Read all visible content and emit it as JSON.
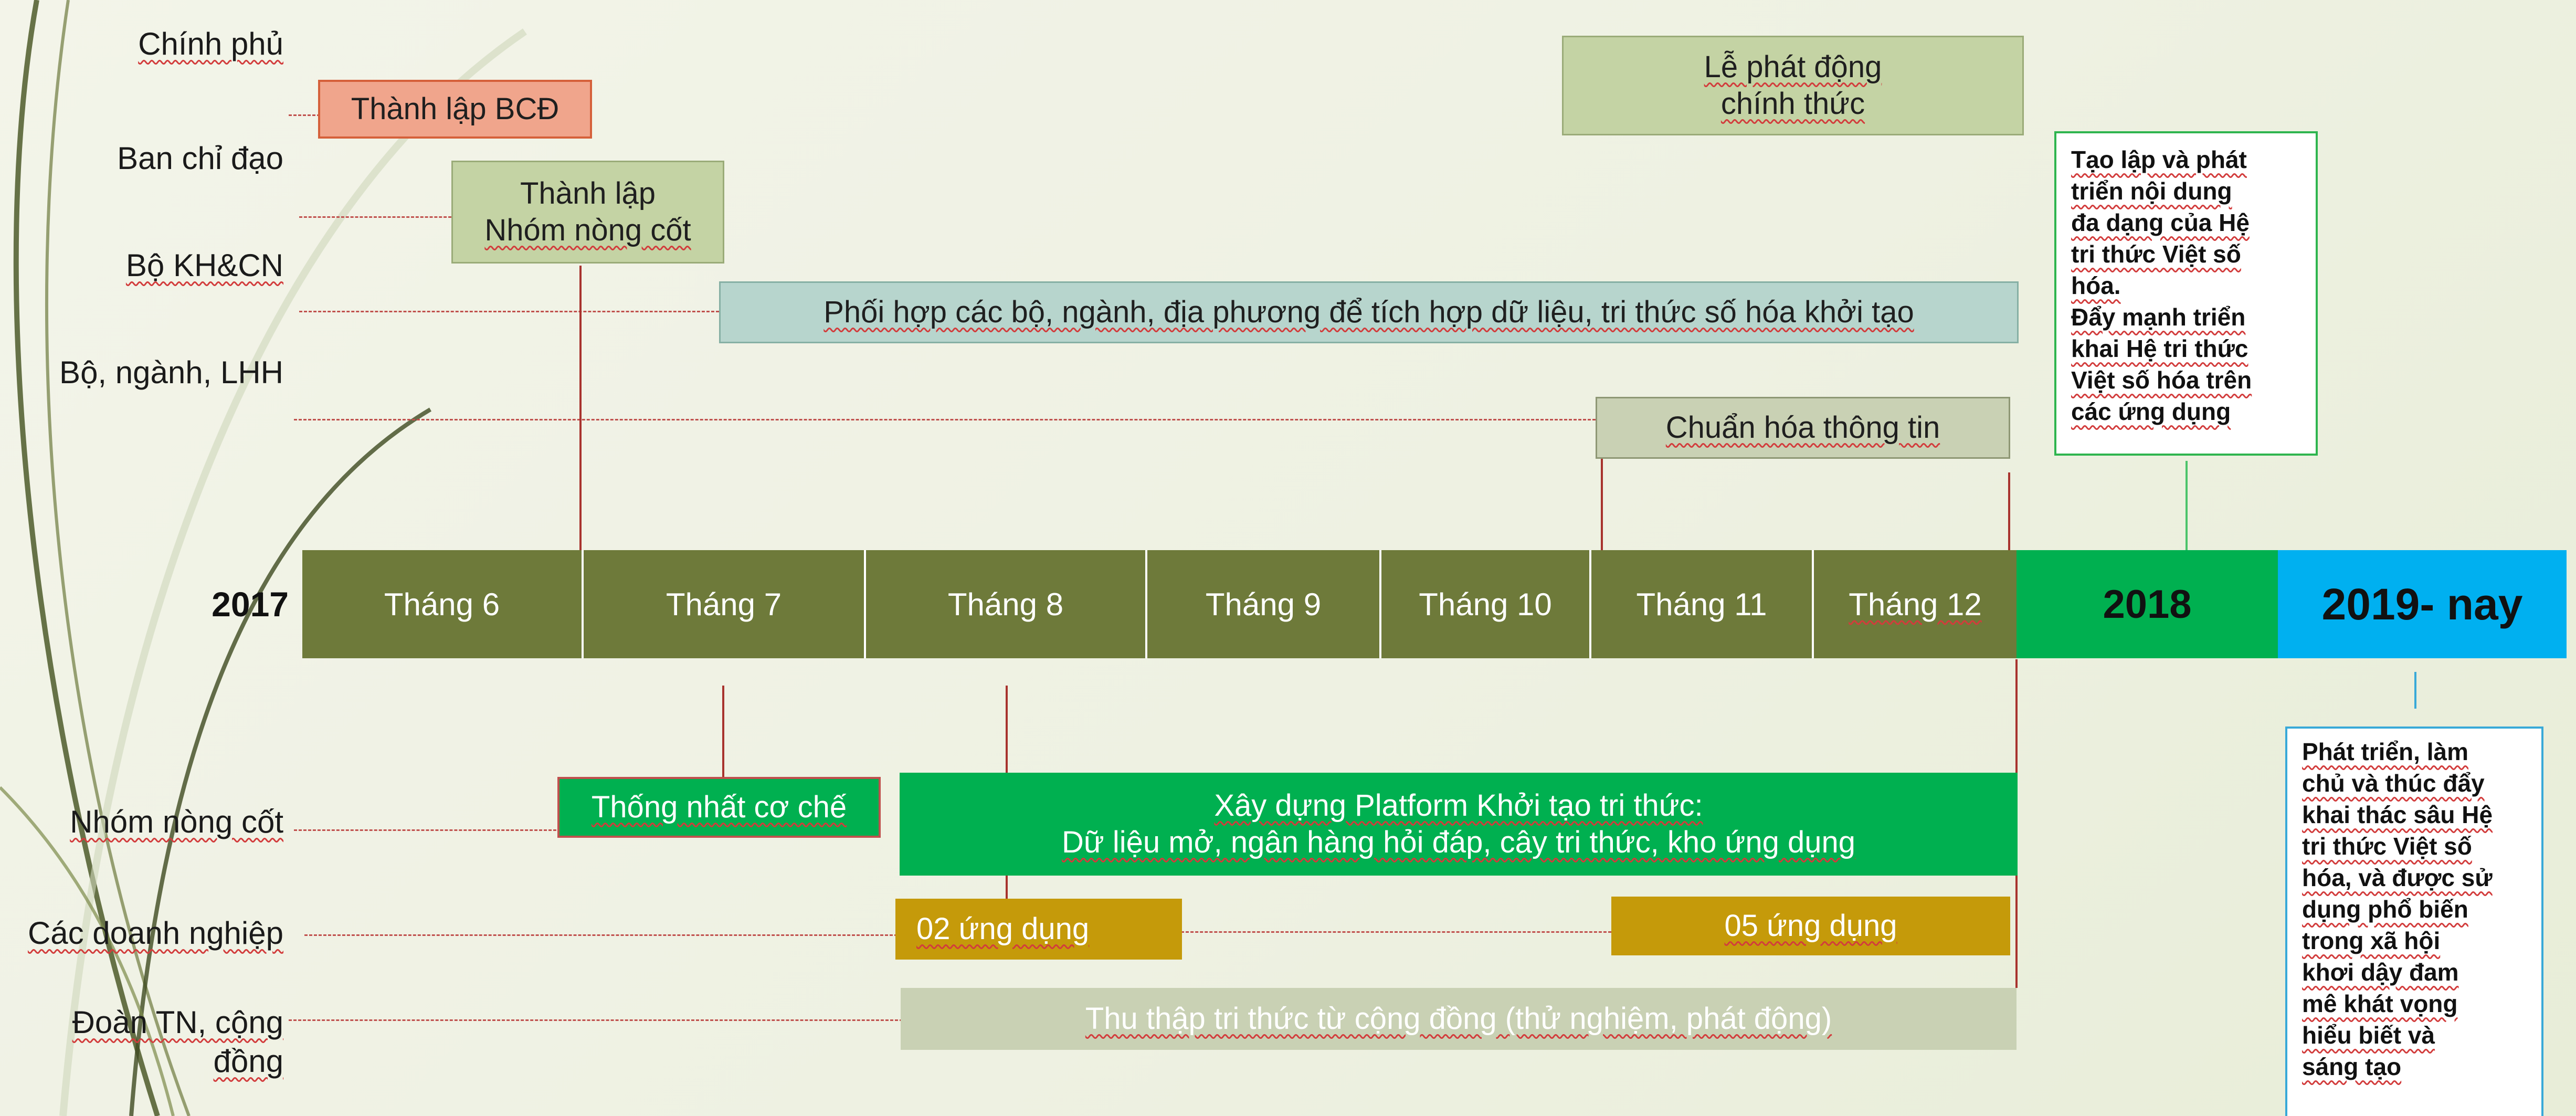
{
  "rows": {
    "chinh_phu": "Chính phủ",
    "ban_chi_dao": "Ban chỉ đạo",
    "bo_khcn": "Bộ KH&CN",
    "bo_nganh_lhh": "Bộ, ngành, LHH",
    "nhom_nong_cot": "Nhóm nòng cốt",
    "cac_doanh_nghiep": "Các doanh nghiệp",
    "doan_tn_1": "Đoàn TN, cộng",
    "doan_tn_2": "đồng"
  },
  "timeline": {
    "year": "2017",
    "months": [
      "Tháng 6",
      "Tháng 7",
      "Tháng 8",
      "Tháng 9",
      "Tháng 10",
      "Tháng 11",
      "Tháng 12"
    ],
    "year_2018": "2018",
    "year_2019": "2019- nay"
  },
  "boxes": {
    "thanh_lap_bcd": "Thành lập BCĐ",
    "le_phat_dong_1": "Lễ phát động",
    "le_phat_dong_2": "chính thức",
    "thanh_lap_nhom_1": "Thành lập",
    "thanh_lap_nhom_2": "Nhóm nòng cốt",
    "phoi_hop": "Phối hợp các bộ, ngành, địa phương để tích hợp dữ liệu, tri thức số hóa khởi tạo",
    "chuan_hoa": "Chuẩn hóa thông tin",
    "thong_nhat": "Thống nhất cơ chế",
    "xay_dung_1": "Xây dựng Platform Khởi tạo tri thức:",
    "xay_dung_2": "Dữ liệu mở, ngân hàng hỏi đáp, cây tri thức, kho ứng dụng",
    "ung_dung_02": "02 ứng dụng",
    "ung_dung_05": "05 ứng dụng",
    "thu_thap": "Thu thập tri thức từ cộng đồng (thử nghiệm, phát động)"
  },
  "notes": {
    "note_2018": [
      "Tạo lập và phát",
      "triển nội dung",
      "đa dạng của Hệ",
      "tri thức Việt số",
      "hóa.",
      "Đẩy mạnh triển",
      "khai Hệ tri thức",
      "Việt số hóa trên",
      "các ứng dụng"
    ],
    "note_2019": [
      "Phát triển, làm",
      "chủ và thúc đẩy",
      "khai thác sâu Hệ",
      "tri thức Việt số",
      "hóa, và được sử",
      "dụng phổ biến",
      "trong xã hội",
      "khơi dậy đam",
      "mê khát vọng",
      "hiểu biết và",
      "sáng tạo"
    ]
  },
  "colors": {
    "timeline_olive": "#6e7a3a",
    "year_2018_green": "#00b050",
    "year_2019_blue": "#00b0f0",
    "bcd_fill": "#f0a58c",
    "sage_fill": "#c4d3a4",
    "teal_fill": "#b7d5cd",
    "green_fill": "#00b050",
    "gold_fill": "#c59a0a",
    "grey_fill": "#c9d1b4"
  }
}
